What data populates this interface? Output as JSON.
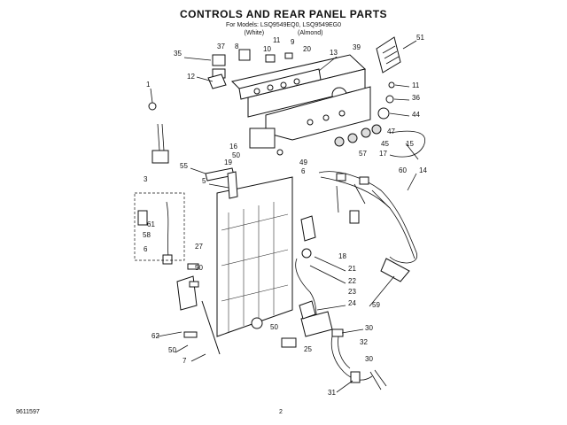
{
  "header": {
    "title": "CONTROLS AND REAR PANEL PARTS",
    "models": "For Models: LSQ9549EQ0, LSQ9549EG0",
    "variant_white": "(White)",
    "variant_almond": "(Almond)"
  },
  "footer": {
    "left": "9611597",
    "page": "2"
  },
  "callouts": [
    "1",
    "3",
    "5",
    "6",
    "6",
    "7",
    "8",
    "9",
    "10",
    "11",
    "11",
    "12",
    "13",
    "14",
    "15",
    "16",
    "17",
    "18",
    "19",
    "20",
    "21",
    "22",
    "23",
    "24",
    "25",
    "27",
    "30",
    "30",
    "31",
    "32",
    "35",
    "36",
    "37",
    "39",
    "44",
    "45",
    "47",
    "49",
    "50",
    "50",
    "50",
    "50",
    "51",
    "55",
    "57",
    "58",
    "59",
    "60",
    "61",
    "62"
  ]
}
